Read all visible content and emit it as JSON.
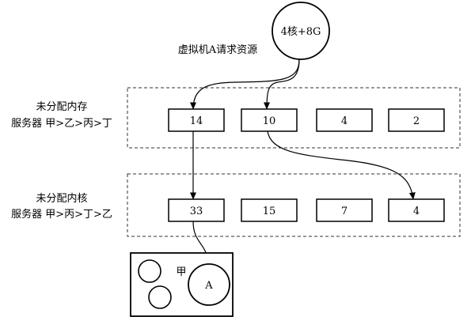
{
  "request_circle": {
    "label": "4核+8G"
  },
  "request_caption": "虚拟机A请求资源",
  "memory_group": {
    "title": "未分配内存",
    "order": "服务器 甲>乙>丙>丁",
    "values": [
      "14",
      "10",
      "4",
      "2"
    ]
  },
  "core_group": {
    "title": "未分配内核",
    "order": "服务器 甲>丙>丁>乙",
    "values": [
      "33",
      "15",
      "7",
      "4"
    ]
  },
  "server_box": {
    "name": "甲",
    "vm_label": "A"
  },
  "colors": {
    "stroke": "#000000",
    "dash": "#333333",
    "background": "#ffffff"
  }
}
